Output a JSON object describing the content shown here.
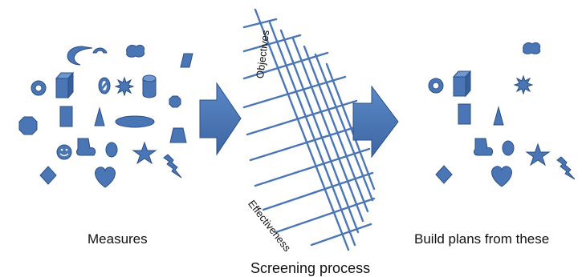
{
  "labels": {
    "measures": "Measures",
    "screening": "Screening process",
    "build": "Build plans from these",
    "objectives": "Objectives",
    "effectiveness": "Effectiveness"
  },
  "colors": {
    "shape_fill": "#4a76b5",
    "shape_stroke": "#2b4f86",
    "grid_line": "#4a76b5",
    "text": "#111111",
    "background": "#ffffff"
  }
}
